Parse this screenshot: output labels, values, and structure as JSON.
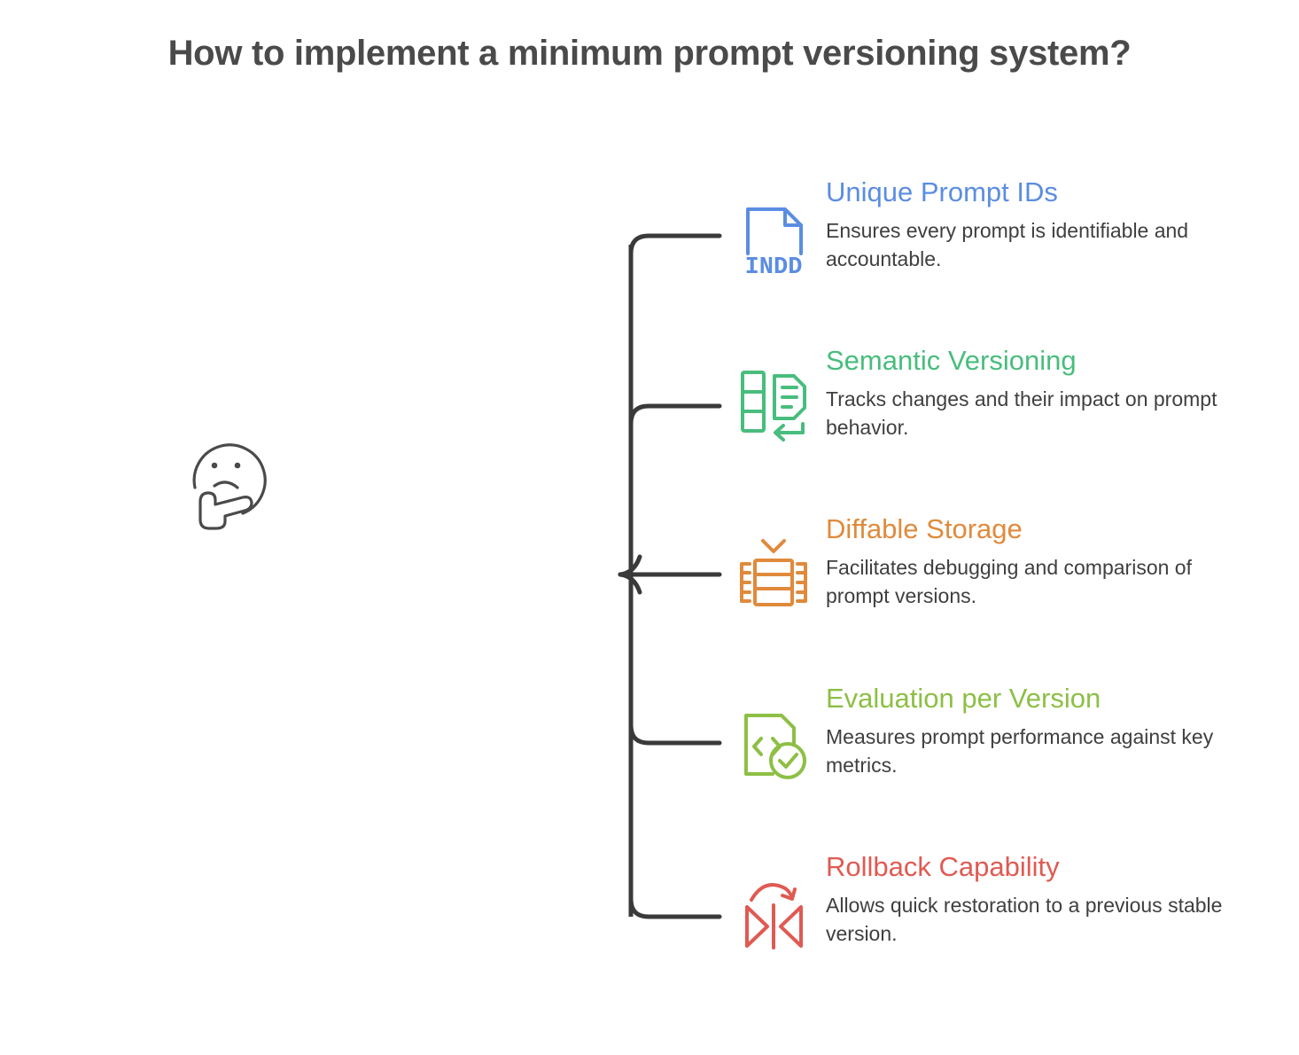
{
  "title": "How to implement a minimum prompt versioning system?",
  "colors": {
    "title": "#4a4a4a",
    "body_text": "#3f3f3f",
    "connector": "#3a3a3a",
    "connector_fade": "#aaaaaa",
    "emoji_stroke": "#4a4a4a",
    "blue": "#5b8de2",
    "green": "#48bd7d",
    "orange": "#e08a3c",
    "yellow_green": "#8dbf45",
    "red": "#e05a52"
  },
  "center_node": {
    "icon": "thinking-face-emoji",
    "label": ""
  },
  "branches": [
    {
      "icon": "indd-file-icon",
      "icon_text": "INDD",
      "heading": "Unique Prompt IDs",
      "description": "Ensures every prompt is identifiable and accountable.",
      "color": "#5b8de2"
    },
    {
      "icon": "version-history-document-icon",
      "icon_text": "",
      "heading": "Semantic Versioning",
      "description": "Tracks changes and their impact on prompt behavior.",
      "color": "#48bd7d"
    },
    {
      "icon": "film-strip-check-icon",
      "icon_text": "",
      "heading": "Diffable Storage",
      "description": "Facilitates debugging and comparison of prompt versions.",
      "color": "#e08a3c"
    },
    {
      "icon": "code-file-check-icon",
      "icon_text": "",
      "heading": "Evaluation per Version",
      "description": "Measures prompt performance against key metrics.",
      "color": "#8dbf45"
    },
    {
      "icon": "rollback-arrows-icon",
      "icon_text": "",
      "heading": "Rollback Capability",
      "description": "Allows quick restoration to a previous stable version.",
      "color": "#e05a52"
    }
  ]
}
